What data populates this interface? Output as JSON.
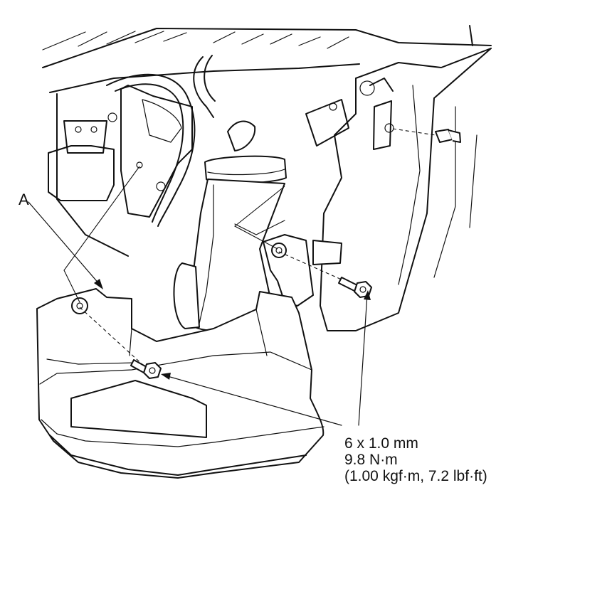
{
  "diagram": {
    "callout": "A",
    "fastener_spec": [
      "6 x 1.0 mm",
      "9.8 N·m",
      "(1.00 kgf·m, 7.2 lbf·ft)"
    ]
  },
  "colors": {
    "line": "#111111",
    "background": "#ffffff"
  }
}
